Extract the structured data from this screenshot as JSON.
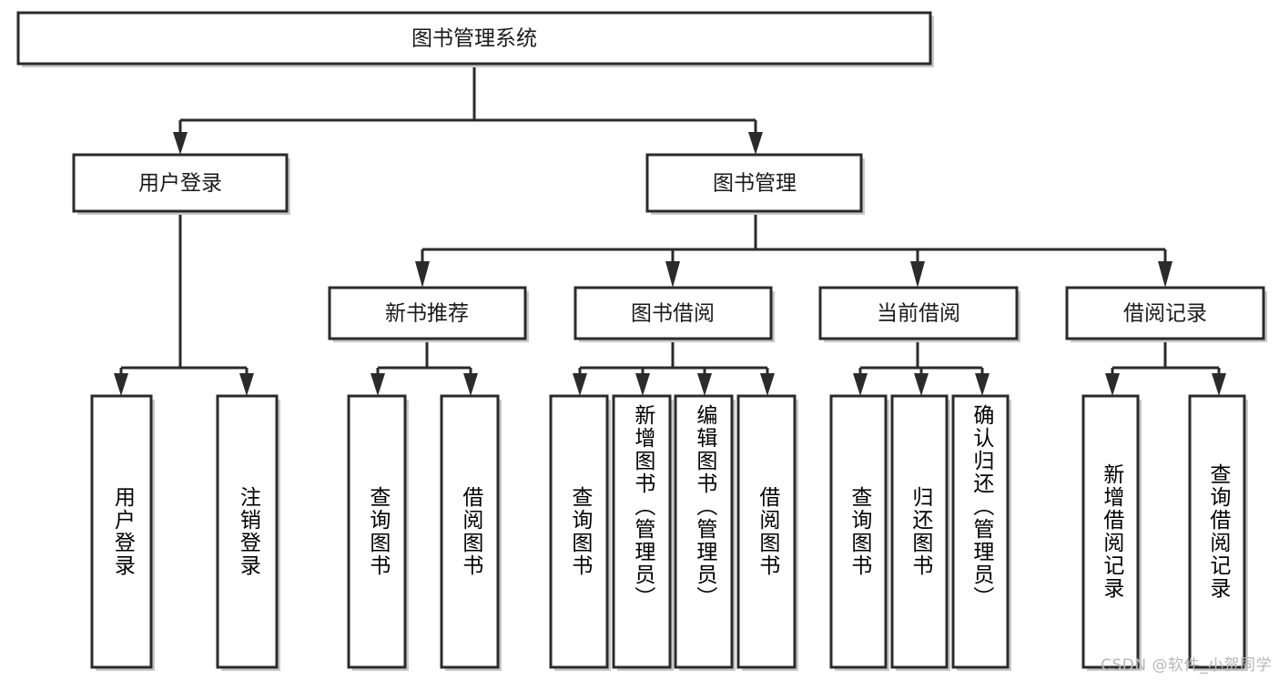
{
  "diagram": {
    "title": "图书管理系统",
    "type": "tree",
    "watermark": "CSDN @软件_小贺同学",
    "colors": {
      "box_stroke": "#2b2b2b",
      "box_fill": "#ffffff",
      "shadow": "#c9c9c9",
      "text": "#1a1a1a",
      "watermark": "#b7b7b7",
      "background": "#ffffff"
    },
    "root": {
      "id": "root",
      "label": "图书管理系统"
    },
    "level2": [
      {
        "id": "user-login",
        "label": "用户登录"
      },
      {
        "id": "book-manage",
        "label": "图书管理"
      }
    ],
    "level3": [
      {
        "id": "new-book-rec",
        "label": "新书推荐",
        "parent": "book-manage"
      },
      {
        "id": "book-borrow",
        "label": "图书借阅",
        "parent": "book-manage"
      },
      {
        "id": "current-borrow",
        "label": "当前借阅",
        "parent": "book-manage"
      },
      {
        "id": "borrow-record",
        "label": "借阅记录",
        "parent": "book-manage"
      }
    ],
    "leaves": [
      {
        "id": "leaf-user-login",
        "label": "用户登录",
        "parent": "user-login"
      },
      {
        "id": "leaf-user-logout",
        "label": "注销登录",
        "parent": "user-login"
      },
      {
        "id": "leaf-query-book-1",
        "label": "查询图书",
        "parent": "new-book-rec"
      },
      {
        "id": "leaf-borrow-book-1",
        "label": "借阅图书",
        "parent": "new-book-rec"
      },
      {
        "id": "leaf-query-book-2",
        "label": "查询图书",
        "parent": "book-borrow"
      },
      {
        "id": "leaf-add-book",
        "label": "新增图书（管理员）",
        "parent": "book-borrow"
      },
      {
        "id": "leaf-edit-book",
        "label": "编辑图书（管理员）",
        "parent": "book-borrow"
      },
      {
        "id": "leaf-borrow-book-2",
        "label": "借阅图书",
        "parent": "book-borrow"
      },
      {
        "id": "leaf-query-book-3",
        "label": "查询图书",
        "parent": "current-borrow"
      },
      {
        "id": "leaf-return-book",
        "label": "归还图书",
        "parent": "current-borrow"
      },
      {
        "id": "leaf-confirm-return",
        "label": "确认归还（管理员）",
        "parent": "current-borrow"
      },
      {
        "id": "leaf-add-record",
        "label": "新增借阅记录",
        "parent": "borrow-record"
      },
      {
        "id": "leaf-query-record",
        "label": "查询借阅记录",
        "parent": "borrow-record"
      }
    ]
  }
}
